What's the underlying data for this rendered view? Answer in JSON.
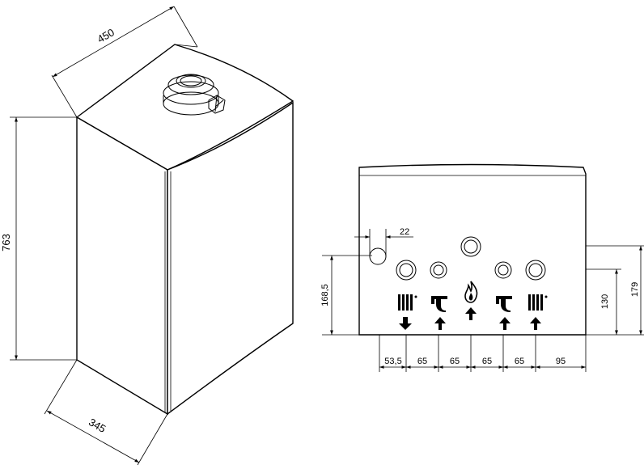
{
  "dimensions": {
    "width": "450",
    "height": "763",
    "depth": "345",
    "pipe_offset": "22",
    "left_height": "168,5",
    "right_height_1": "130",
    "right_height_2": "179",
    "spacing": [
      "53,5",
      "65",
      "65",
      "65",
      "65",
      "95"
    ]
  },
  "icons": [
    "radiator-icon",
    "tap-icon",
    "flame-icon",
    "tap-icon",
    "radiator-icon"
  ],
  "colors": {
    "line": "#000000",
    "background": "#ffffff"
  }
}
